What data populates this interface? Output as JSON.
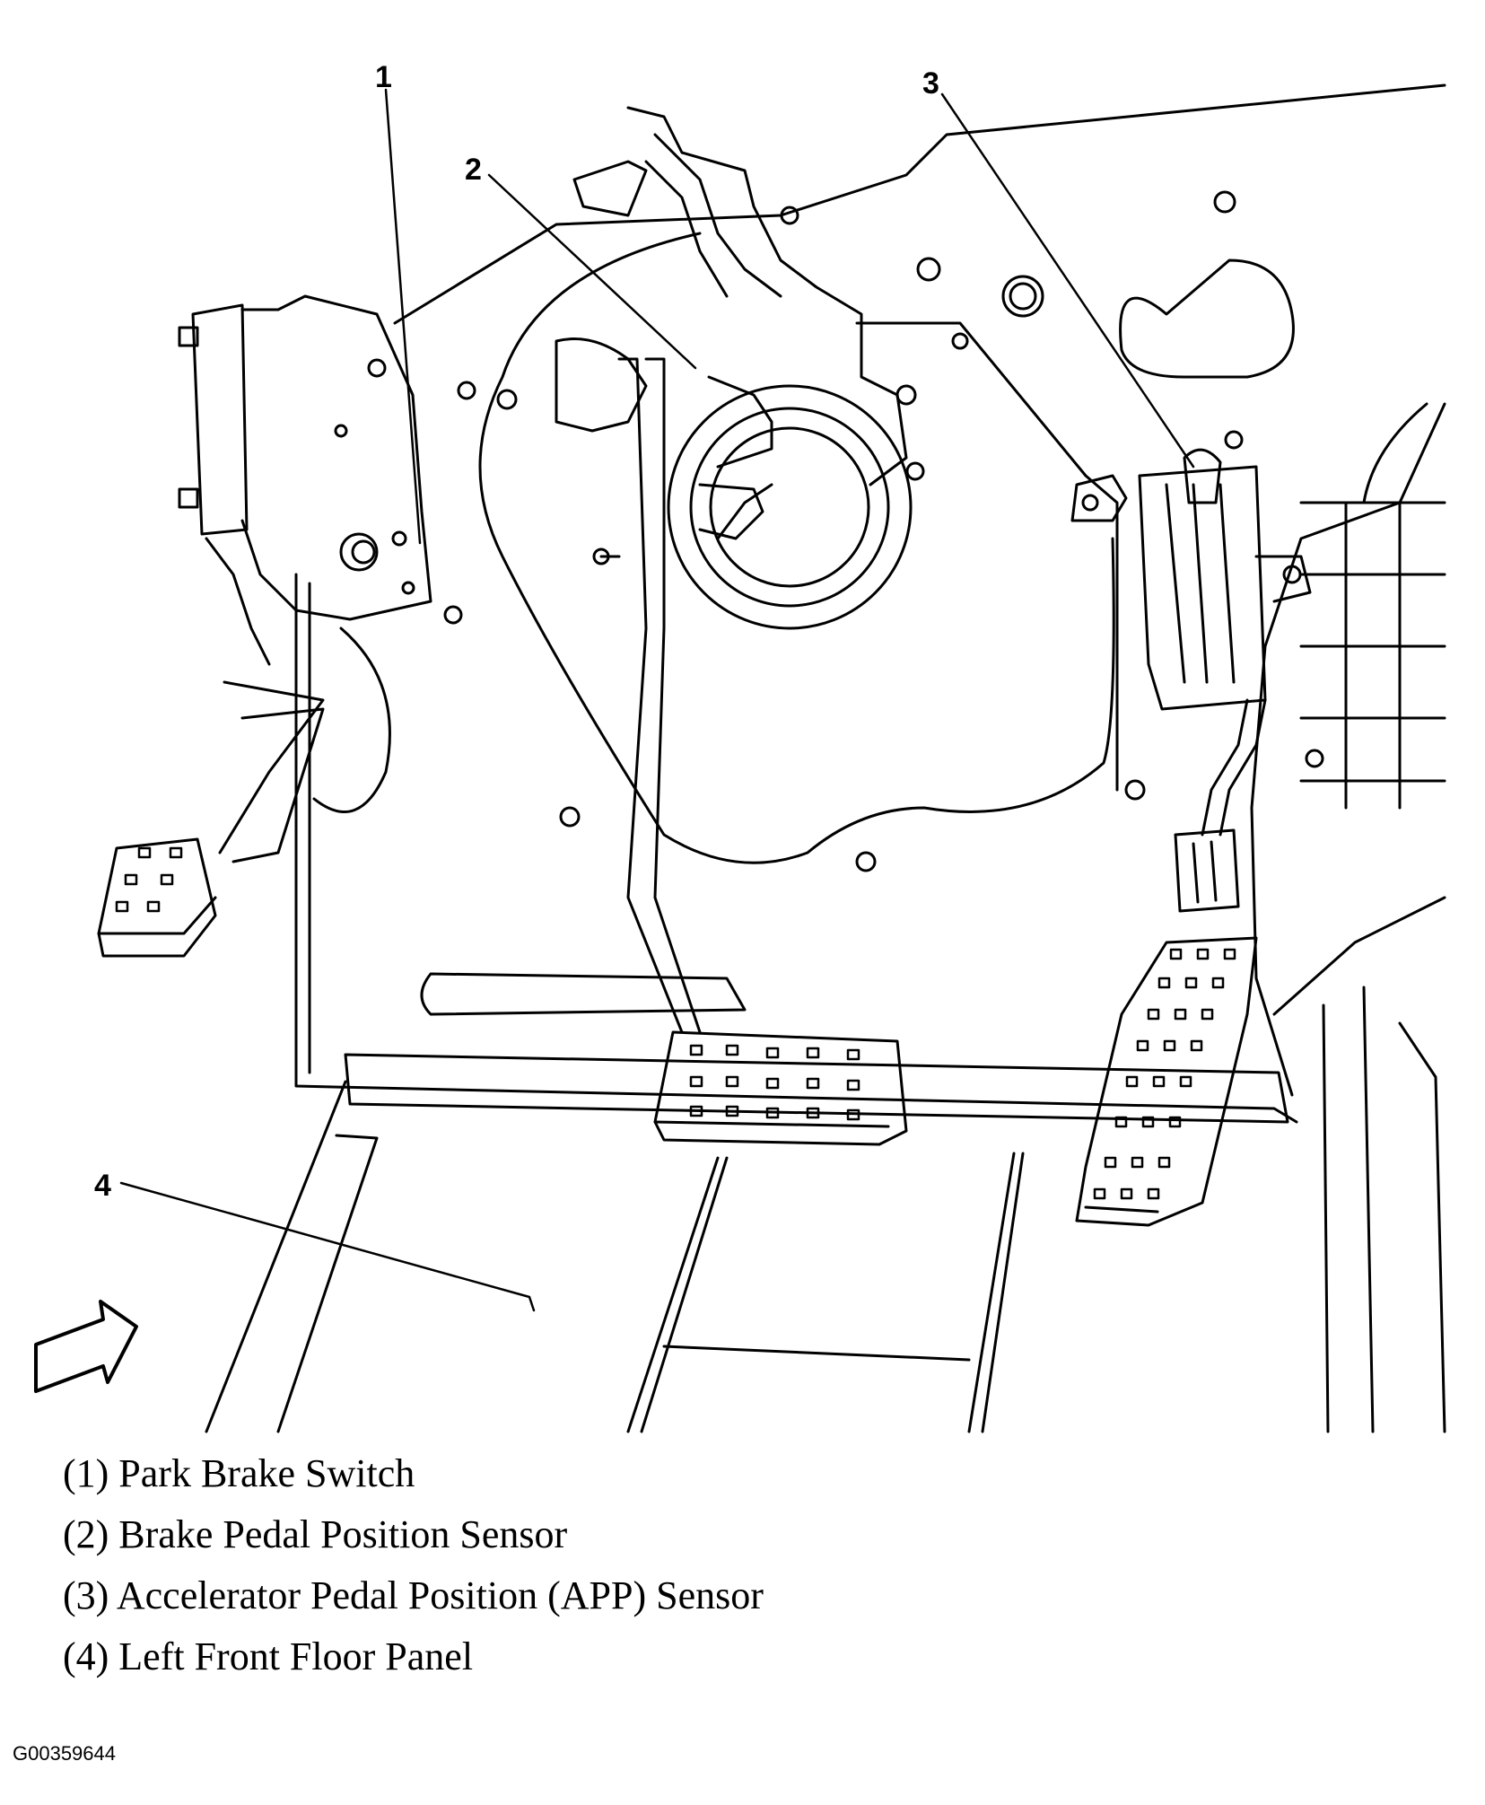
{
  "figure_id": "G00359644",
  "callouts": [
    {
      "num": "1",
      "label": "(1) Park Brake Switch"
    },
    {
      "num": "2",
      "label": "(2) Brake Pedal Position Sensor"
    },
    {
      "num": "3",
      "label": "(3) Accelerator Pedal Position (APP) Sensor"
    },
    {
      "num": "4",
      "label": "(4) Left Front Floor Panel"
    }
  ],
  "colors": {
    "line": "#000000",
    "background": "#ffffff"
  }
}
